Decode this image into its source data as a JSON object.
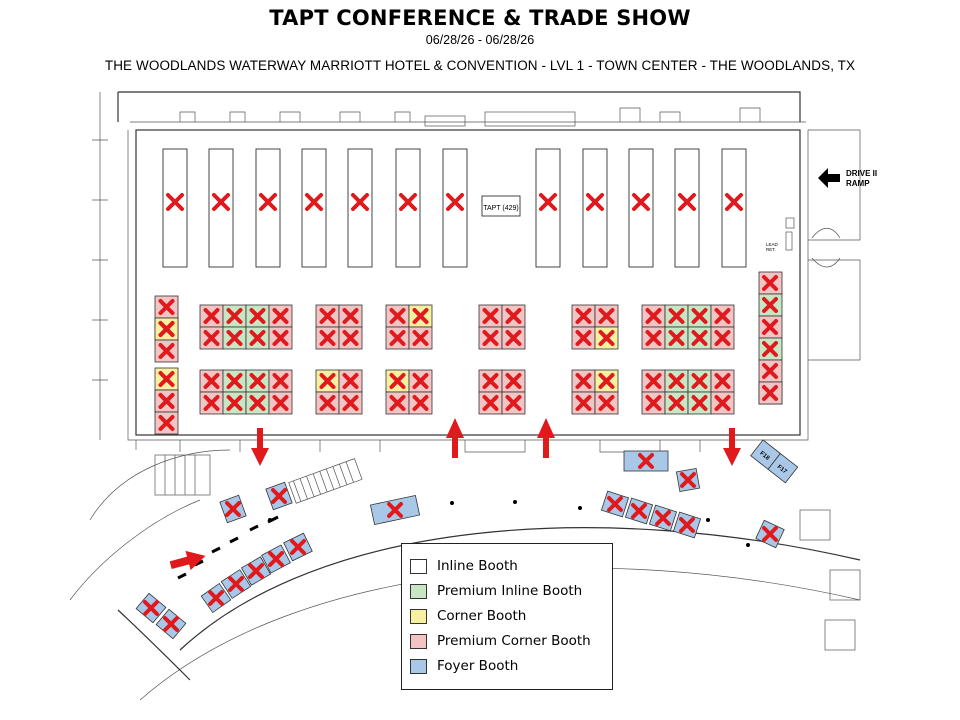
{
  "header": {
    "title": "TAPT CONFERENCE & TRADE SHOW",
    "dates": "06/28/26 - 06/28/26",
    "venue": "THE WOODLANDS WATERWAY MARRIOTT HOTEL & CONVENTION - LVL 1 - TOWN CENTER - THE WOODLANDS, TX"
  },
  "map": {
    "center_table_label": "TAPT (429)",
    "drive_in_ramp_line1": "DRIVE II",
    "drive_in_ramp_line2": "RAMP",
    "lead_retrieval_line1": "LEAD",
    "lead_retrieval_line2": "RET.",
    "foyer_booth_f18": "F18",
    "foyer_booth_f17": "F17"
  },
  "legend": {
    "items": [
      {
        "label": "Inline Booth",
        "color": "#ffffff"
      },
      {
        "label": "Premium Inline Booth",
        "color": "#c9e6c4"
      },
      {
        "label": "Corner Booth",
        "color": "#f6f0a0"
      },
      {
        "label": "Premium Corner Booth",
        "color": "#f2c4c4"
      },
      {
        "label": "Foyer Booth",
        "color": "#a9c8e8"
      }
    ]
  },
  "colors": {
    "sold_mark": "#e0191d",
    "direction_arrow": "#e0191d"
  }
}
